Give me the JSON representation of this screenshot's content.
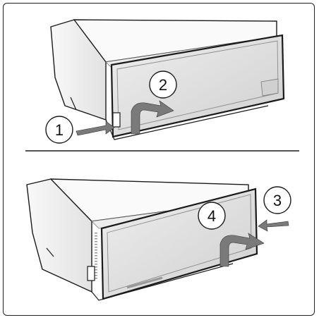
{
  "steps": [
    {
      "number": "1"
    },
    {
      "number": "2"
    },
    {
      "number": "3"
    },
    {
      "number": "4"
    }
  ],
  "colors": {
    "outline": "#1a1a1a",
    "drawer_fill": "#f3f3f3",
    "drawer_inner": "#e6e6e6",
    "front_panel": "#d9d9d9",
    "arrow": "#7a7a7a",
    "divider": "#1a1a1a"
  },
  "icons": [
    "pull-arrow-icon",
    "curved-arrow-icon",
    "drawer-illustration"
  ]
}
